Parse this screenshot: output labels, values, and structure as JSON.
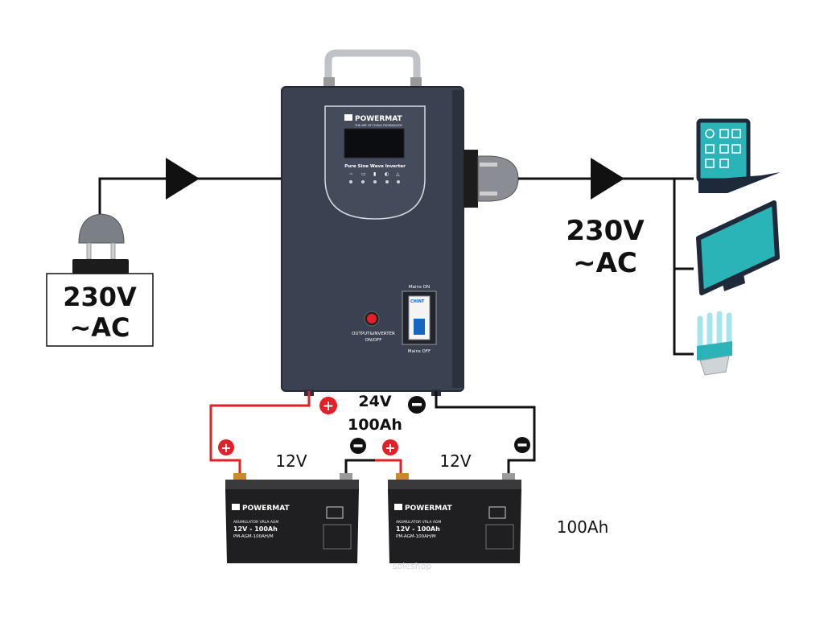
{
  "input": {
    "voltage": "230V",
    "type": "~AC"
  },
  "output": {
    "voltage": "230V",
    "type": "~AC"
  },
  "inverter": {
    "brand": "POWERMAT",
    "tagline": "THE ART OF TOOLS TECHNOLOGY",
    "model_label": "Pure Sine Wave Inverter",
    "switch_label_line1": "OUTPUT&INVERTER",
    "switch_label_line2": "ON/OFF",
    "breaker_brand": "CHINT",
    "mains_on": "Mains ON",
    "mains_off": "Mains OFF"
  },
  "bank": {
    "voltage": "24V",
    "capacity": "100Ah"
  },
  "battery1": {
    "voltage": "12V",
    "brand": "POWERMAT",
    "type_label": "AKUMULATOR VRLA AGM",
    "spec": "12V - 100Ah",
    "model": "PM-AGM-100AH/M"
  },
  "battery2": {
    "voltage": "12V",
    "brand": "POWERMAT",
    "type_label": "AKUMULATOR VRLA AGM",
    "spec": "12V - 100Ah",
    "model": "PM-AGM-100AH/M"
  },
  "battery_capacity": "100Ah",
  "watermark": "soleshop",
  "colors": {
    "positive": "#e32028",
    "negative": "#111111",
    "device_teal": "#2bb4b8",
    "inverter_body": "#3a4252"
  },
  "icons": [
    "ac-plug-icon",
    "output-socket-icon",
    "laptop-icon",
    "monitor-icon",
    "cfl-bulb-icon",
    "plus-terminal-icon",
    "minus-terminal-icon"
  ]
}
